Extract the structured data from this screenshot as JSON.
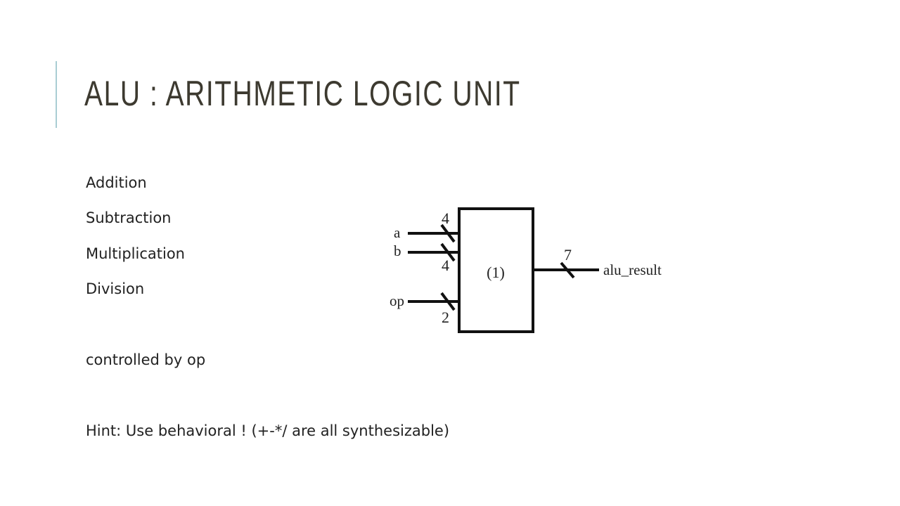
{
  "slide": {
    "title": "ALU : ARITHMETIC LOGIC UNIT",
    "operations": [
      "Addition",
      "Subtraction",
      "Multiplication",
      "Division"
    ],
    "control_text": "controlled by op",
    "hint": "Hint: Use behavioral ! (+-*/ are all synthesizable)"
  },
  "diagram": {
    "block_label": "(1)",
    "inputs": [
      {
        "name": "a",
        "width": "4"
      },
      {
        "name": "b",
        "width": "4"
      },
      {
        "name": "op",
        "width": "2"
      }
    ],
    "output": {
      "name": "alu_result",
      "width": "7"
    }
  }
}
